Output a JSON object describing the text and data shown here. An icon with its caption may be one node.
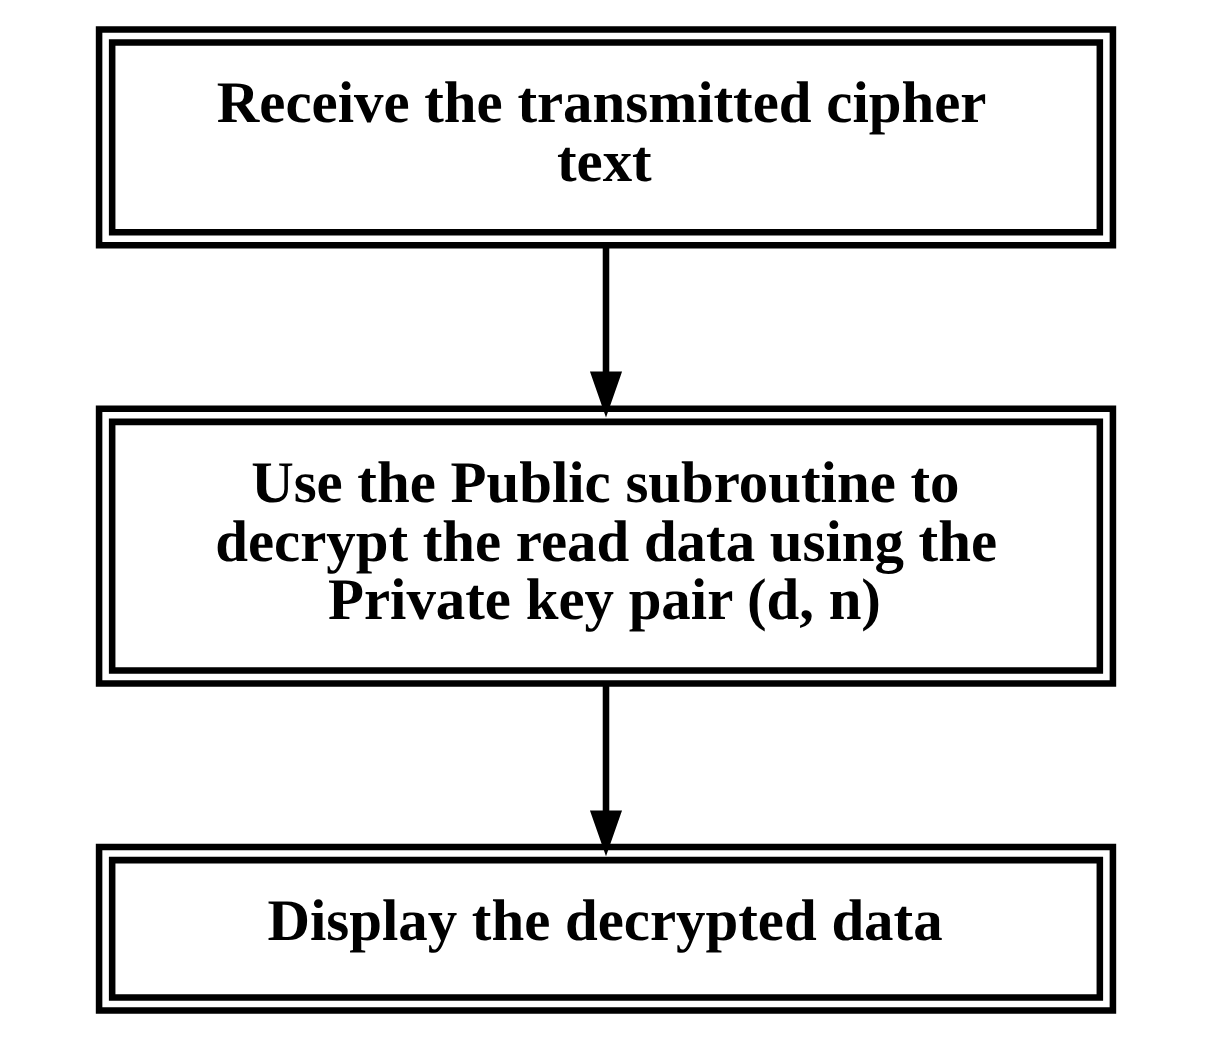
{
  "diagram": {
    "nodes": [
      {
        "text": [
          "Receive the transmitted cipher text"
        ]
      },
      {
        "text": [
          "Use the Public subroutine to decrypt the read data using the Private key pair (d, n)"
        ]
      },
      {
        "text": [
          "Display the decrypted data"
        ]
      }
    ],
    "edges": [
      {
        "from": 0,
        "to": 1,
        "arrow": "to"
      },
      {
        "from": 1,
        "to": 2,
        "arrow": "to"
      }
    ]
  }
}
